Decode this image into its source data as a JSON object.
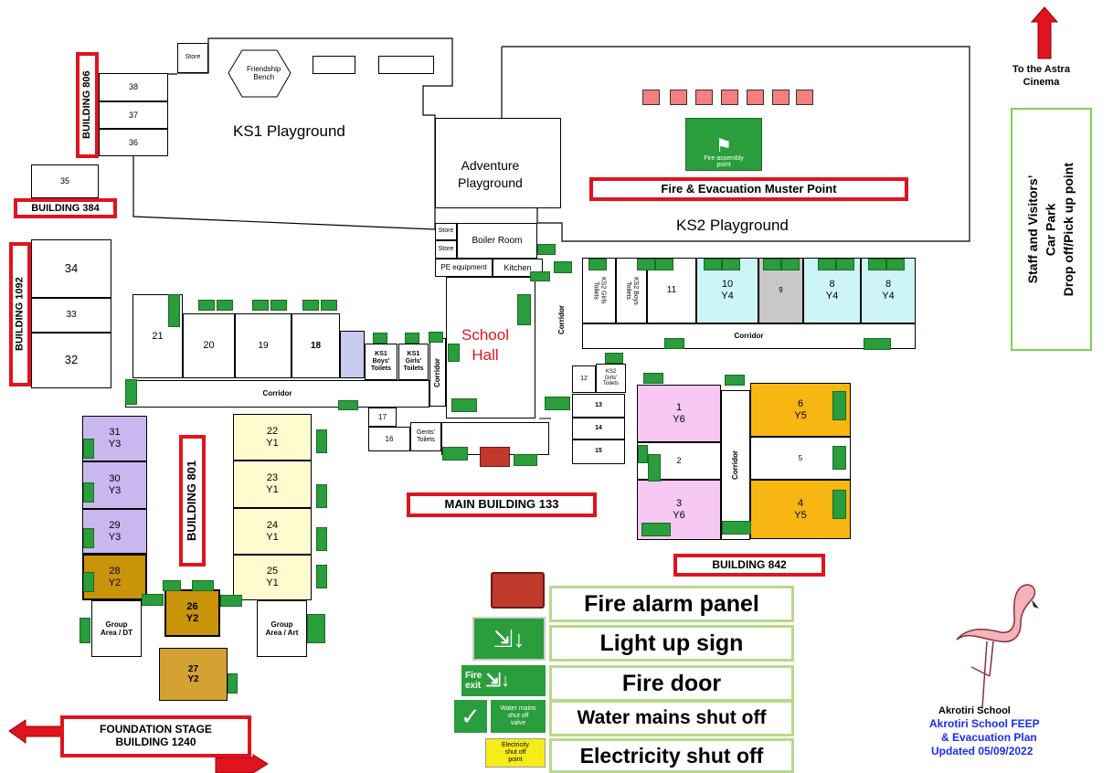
{
  "map": {
    "areas": {
      "ks1_playground": "KS1 Playground",
      "ks2_playground": "KS2 Playground",
      "adventure_playground": "Adventure\nPlayground",
      "friendship_bench": "Friendship\nBench",
      "school_hall": "School\nHall",
      "car_park": "Staff and Visitors’\nCar Park\nDrop off/Pick up point",
      "to_cinema": "To the Astra\nCinema",
      "fire_assembly_sign": "Fire assembly\npoint"
    },
    "buildings": {
      "b806": "BUILDING 806",
      "b384": "BUILDING 384",
      "b1092": "BUILDING 1092",
      "b801": "BUILDING 801",
      "b133": "MAIN BUILDING 133",
      "b842": "BUILDING 842",
      "b1240": "FOUNDATION STAGE\nBUILDING 1240",
      "muster": "Fire & Evacuation Muster Point"
    },
    "rooms": {
      "store_top": "Store",
      "r38": "38",
      "r37": "37",
      "r36": "36",
      "r35": "35",
      "r34": "34",
      "r33": "33",
      "r32": "32",
      "r21": "21",
      "r20": "20",
      "r19": "19",
      "r18": "18",
      "ks1_boys": "KS1\nBoys'\nToilets",
      "ks1_girls": "KS1\nGirls'\nToilets",
      "store1": "Store",
      "store2": "Store",
      "boiler": "Boiler Room",
      "pe": "PE equipment",
      "kitchen": "Kitchen",
      "ks2_girls": "KS2 Girls\nToilets",
      "ks2_boys": "KS2 Boys\nToilets",
      "r11": "11",
      "r10": "10\nY4",
      "r9": "9",
      "r8a": "8\nY4",
      "r8b": "8\nY4",
      "r12": "12",
      "ks2_girls2": "KS2\nGirls'\nToilets",
      "r13": "13",
      "r14": "14",
      "r15": "15",
      "r17": "17",
      "r16": "16",
      "gents": "Gents'\nToilets",
      "r1": "1\nY6",
      "r2": "2",
      "r3": "3\nY6",
      "r6": "6\nY5",
      "r5": "5",
      "r4": "4\nY5",
      "r31": "31\nY3",
      "r30": "30\nY3",
      "r29": "29\nY3",
      "r28": "28\nY2",
      "r22": "22\nY1",
      "r23": "23\nY1",
      "r24": "24\nY1",
      "r25": "25\nY1",
      "r26": "26\nY2",
      "r27": "27\nY2",
      "group_dt": "Group\nArea / DT",
      "group_art": "Group\nArea / Art",
      "corridor": "Corridor"
    }
  },
  "legend": {
    "fire_alarm": "Fire alarm panel",
    "light_sign": "Light up sign",
    "fire_door": "Fire door",
    "water": "Water mains shut off",
    "electricity": "Electricity shut off",
    "fire_exit_small": "Fire\nexit",
    "water_small": "Water mains\nshut off\nvalve",
    "elec_small": "Electricity\nshut off\npoint"
  },
  "logo": {
    "school": "Akrotiri School",
    "line1": "Akrotiri School FEEP",
    "line2": "& Evacuation Plan",
    "line3": "Updated 05/09/2022"
  },
  "colors": {
    "red_label": "#e0141e",
    "y3_purple": "#c9b8f0",
    "y1_yellow": "#fffbcf",
    "y2_gold": "#c9930a",
    "y6_pink": "#f7c8f2",
    "y5_orange": "#f7b611",
    "y4_cyan": "#cdf5f7",
    "grey": "#c8c8c8",
    "sign_green": "#2a9d3c"
  }
}
